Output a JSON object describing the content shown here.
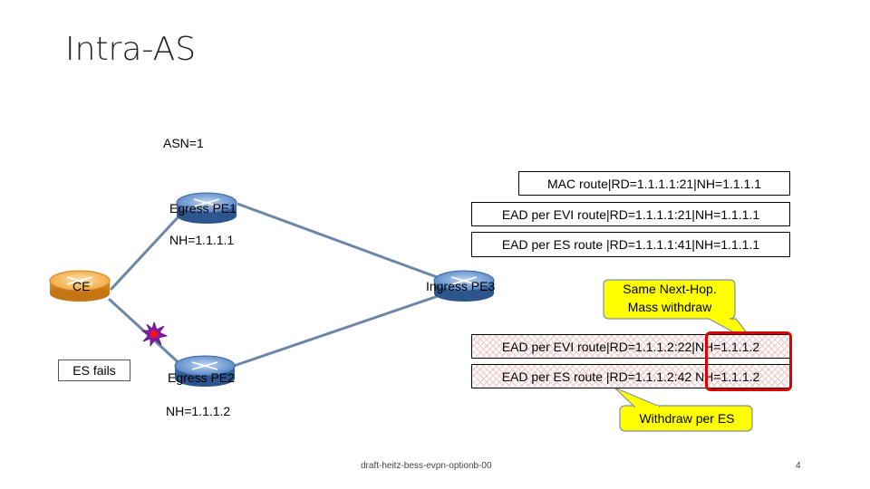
{
  "title": "Intra-AS",
  "asn_label": "ASN=1",
  "nodes": {
    "egress_pe1": {
      "label": "Egress PE1",
      "nh": "NH=1.1.1.1"
    },
    "egress_pe2": {
      "label": "Egress PE2",
      "nh": "NH=1.1.1.2"
    },
    "ingress_pe3": {
      "label": "Ingress PE3"
    },
    "ce": {
      "label": "CE"
    }
  },
  "es_fails_label": "ES fails",
  "routes_pe1": [
    "MAC route|RD=1.1.1.1:21|NH=1.1.1.1",
    "EAD per EVI route|RD=1.1.1.1:21|NH=1.1.1.1",
    "EAD per ES route  |RD=1.1.1.1:41|NH=1.1.1.1"
  ],
  "routes_pe2": [
    "EAD per EVI route|RD=1.1.1.2:22|NH=1.1.1.2",
    "EAD per ES route  |RD=1.1.1.2:42  NH=1.1.1.2"
  ],
  "callouts": {
    "mass_withdraw": "Same Next-Hop. Mass withdraw",
    "withdraw_per_es": "Withdraw per ES"
  },
  "footer": {
    "draft": "draft-heitz-bess-evpn-optionb-00",
    "page": "4"
  },
  "colors": {
    "link": "#6b86a8",
    "callout_fill": "#ffff00",
    "highlight": "#e00000",
    "router_blue": "#5b8fcf",
    "ce_orange": "#f2a33a"
  }
}
